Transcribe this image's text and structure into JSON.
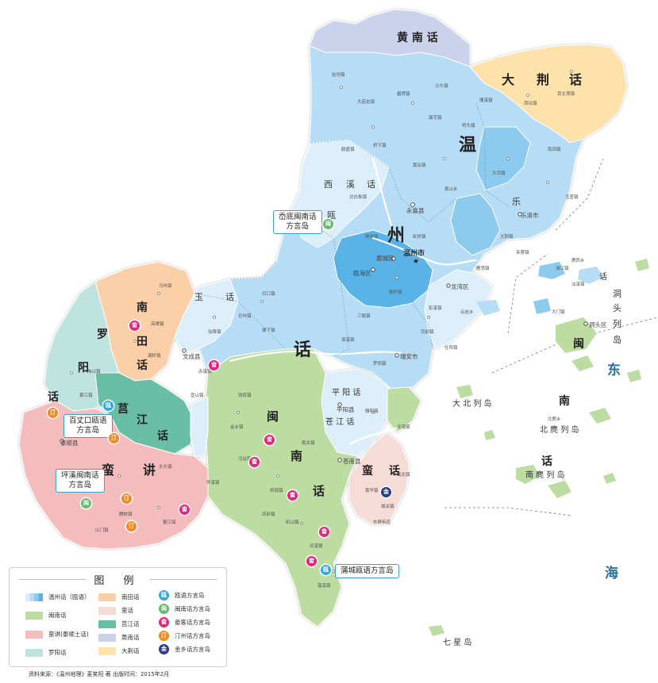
{
  "map": {
    "regions": {
      "wenzhou": "温州话（瓯语）",
      "minnan": "闽南话",
      "manjiang": "蛮讲(泰顺土话)",
      "luoyang": "罗阳话",
      "nantian": "南田话",
      "manhua": "蛮话",
      "jujiang": "莒江话",
      "huangnan": "黄南话",
      "dajing": "大荆话"
    },
    "big_labels": {
      "wen": "温",
      "zhou": "州",
      "hua": "话",
      "huang_nan_hua": "黄 南 话",
      "da": "大",
      "jing": "荆",
      "jing_hua": "话",
      "nan": "南",
      "tian": "田",
      "tian_hua": "话",
      "luo": "罗",
      "yang": "阳",
      "yang_hua": "话",
      "ju": "莒",
      "jiang": "江",
      "jiang_hua": "话",
      "man": "蛮",
      "jiang2": "讲",
      "min": "闽",
      "nan2": "南",
      "nan_hua": "话",
      "manhua_man": "蛮",
      "manhua_hua": "话",
      "xi": "西",
      "xi_xi": "溪",
      "xi_hua": "话",
      "ou_lu": "瓯",
      "yu_huan": "玉",
      "yu_hua": "话",
      "wenhua_ou": "瓯",
      "ouhai": "海",
      "dong": "东",
      "hai": "海",
      "lebo": "乐",
      "ruian": "瑞",
      "pingyang_hua": "平 阳 话",
      "cangnan_hua": "苍 江 话",
      "dongtou_dong": "洞",
      "dongtou_tou": "头",
      "dongtou_lie": "列",
      "dongtou_dao": "岛",
      "dongtou_min": "闽",
      "nanbeiji_nan": "南",
      "nanbeiji_hua": "话",
      "dongtou_hua": "话"
    },
    "islands": {
      "dabeilie": "大 北 列 岛",
      "beiji": "北 麂 列 岛",
      "nanji": "南 麂 列 岛",
      "qixing": "七 星 岛"
    },
    "cities": {
      "wenzhou_city": "温州市",
      "yongjia": "永嘉县",
      "lucheng": "鹿城区",
      "ouhai_qu": "瓯海区",
      "longwan": "龙湾区",
      "ruian_city": "瑞安市",
      "wencheng": "文成县",
      "taishun": "泰顺县",
      "pingyang": "平阳县",
      "cangnan": "苍南县",
      "dongtou": "洞头区",
      "yueqing": "乐清市"
    },
    "callouts": {
      "xiadi": "岙底闽南话\n方言岛",
      "baizhangkou": "百丈口瓯语\n方言岛",
      "pingxi": "坪溪闽南话\n方言岛",
      "pucheng": "蒲城瓯语方言岛"
    },
    "towns": [
      "岩坦镇",
      "大若岩镇",
      "碧莲镇",
      "巽宅镇",
      "桥头镇",
      "沙头镇",
      "桥下镇",
      "鹤盛镇",
      "黄坛镇",
      "珊溪镇",
      "西坑镇",
      "百丈漈镇",
      "南田镇",
      "玉壶镇",
      "大峃镇",
      "周山乡",
      "峃口镇",
      "巨屿镇",
      "仙降镇",
      "塘下镇",
      "马屿镇",
      "高楼镇",
      "湖岭镇",
      "陶山镇",
      "萧江镇",
      "水头镇",
      "腾蛟镇",
      "山门镇",
      "鳌江镇",
      "钱库镇",
      "金乡镇",
      "马站镇",
      "桥墩镇",
      "矾山镇",
      "灵溪镇",
      "藻溪镇",
      "雅阳镇",
      "罗阳镇",
      "司前镇",
      "仕阳镇",
      "彭溪镇",
      "筱村镇",
      "三魁镇",
      "泗溪镇",
      "柳市镇",
      "虹桥镇",
      "北白象镇",
      "大荆镇",
      "雁荡镇",
      "芙蓉镇",
      "清江镇",
      "淡溪镇",
      "城关镇",
      "黄华镇",
      "瓯北镇",
      "东屏街道",
      "霞关镇",
      "凤卧镇",
      "怀溪镇",
      "宜山镇",
      "赤溪镇",
      "龙港镇",
      "云岩乡",
      "大门镇",
      "鹿西乡",
      "北麂乡"
    ],
    "colors": {
      "wenzhou_light": "#dceef9",
      "wenzhou_mid": "#b6ddf5",
      "wenzhou_deep": "#8ccaee",
      "wenzhou_core": "#5ab3e6",
      "minnan": "#bcdca2",
      "manjiang": "#f5bcbd",
      "luoyang": "#bfe3de",
      "nantian": "#fbd0a8",
      "manhua": "#f6dcd6",
      "jujiang": "#67bfa6",
      "huangnan": "#cdd2ec",
      "dajing": "#fde2ac",
      "sea_text": "#2a6f96",
      "badge_ou": "#37a8dc",
      "badge_minnan": "#68b86e",
      "badge_she": "#e6257d",
      "badge_tingzhou": "#f08a24",
      "badge_jinxiang": "#2e3a8c"
    }
  },
  "legend": {
    "title": "图 例",
    "items": [
      {
        "label": "温州话（瓯语）",
        "color": "#b6ddf5"
      },
      {
        "label": "闽南话",
        "color": "#bcdca2"
      },
      {
        "label": "蛮讲(泰顺土话)",
        "color": "#f5bcbd"
      },
      {
        "label": "罗阳话",
        "color": "#bfe3de"
      },
      {
        "label": "南田话",
        "color": "#fbd0a8"
      },
      {
        "label": "蛮话",
        "color": "#f6dcd6"
      },
      {
        "label": "莒江话",
        "color": "#67bfa6"
      },
      {
        "label": "黄南话",
        "color": "#cdd2ec"
      },
      {
        "label": "大荆话",
        "color": "#fde2ac"
      }
    ],
    "badges": [
      {
        "label": "瓯语方言岛",
        "glyph": "瓯",
        "color": "#37a8dc"
      },
      {
        "label": "闽南话方言岛",
        "glyph": "闽",
        "color": "#68b86e"
      },
      {
        "label": "畲客话方言岛",
        "glyph": "畲",
        "color": "#e6257d"
      },
      {
        "label": "汀州话方言岛",
        "glyph": "汀",
        "color": "#f08a24"
      },
      {
        "label": "金乡话方言岛",
        "glyph": "金",
        "color": "#2e3a8c"
      }
    ],
    "source": "资料来源：《温州地理》麦笑阳 著          出版时间：2015年2月"
  }
}
